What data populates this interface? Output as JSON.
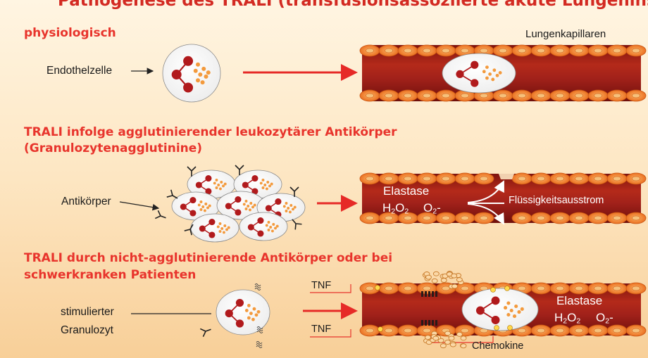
{
  "title": "Pathogenese des TRALI (transfusionsassoziierte akute Lungeninsuffizienz)",
  "sections": {
    "s1": {
      "heading": "physiologisch"
    },
    "s2": {
      "heading_line1": "TRALI infolge agglutinierender leukozytärer Antikörper",
      "heading_line2": "(Granulozytenagglutinine)"
    },
    "s3": {
      "heading_line1": "TRALI durch nicht-agglutinierende Antikörper oder bei",
      "heading_line2": "schwerkranken Patienten"
    }
  },
  "labels": {
    "endothelzelle": "Endothelzelle",
    "lungenkapillaren": "Lungenkapillaren",
    "antikoerper": "Antikörper",
    "elastase": "Elastase",
    "h2o2": {
      "main": "H",
      "sub1": "2",
      "mid": "O",
      "sub2": "2"
    },
    "o2": {
      "main": "O",
      "sub": "2",
      "suffix": "-"
    },
    "fluessigkeit": "Flüssigkeitsausstrom",
    "stimulierter": "stimulierter",
    "granulozyt": "Granulozyt",
    "tnf_top": "TNF",
    "tnf_bottom": "TNF",
    "chemokine": "Chemokine"
  },
  "colors": {
    "heading": "#e8342c",
    "vessel_interior": "#9a1c14",
    "vessel_highlight": "#c8321f",
    "endothelial_cells": "#f07a26",
    "arrow": "#e62a27",
    "nucleus": "#b11a1c",
    "granules": "#f39a3d"
  }
}
